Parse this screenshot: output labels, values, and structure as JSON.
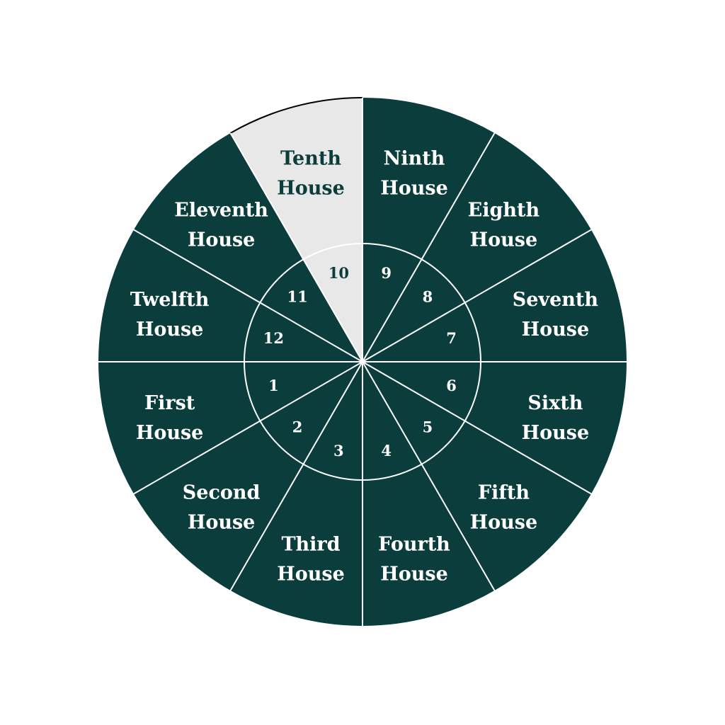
{
  "colors": {
    "dark": "#0b3d3d",
    "highlight": "#e8e8e8",
    "divider": "#ffffff",
    "highlight_text": "#0b3d3d",
    "outline": "#000000"
  },
  "highlighted_house": 10,
  "houses": [
    {
      "number": "1",
      "line1": "First",
      "line2": "House"
    },
    {
      "number": "2",
      "line1": "Second",
      "line2": "House"
    },
    {
      "number": "3",
      "line1": "Third",
      "line2": "House"
    },
    {
      "number": "4",
      "line1": "Fourth",
      "line2": "House"
    },
    {
      "number": "5",
      "line1": "Fifth",
      "line2": "House"
    },
    {
      "number": "6",
      "line1": "Sixth",
      "line2": "House"
    },
    {
      "number": "7",
      "line1": "Seventh",
      "line2": "House"
    },
    {
      "number": "8",
      "line1": "Eighth",
      "line2": "House"
    },
    {
      "number": "9",
      "line1": "Ninth",
      "line2": "House"
    },
    {
      "number": "10",
      "line1": "Tenth",
      "line2": "House"
    },
    {
      "number": "11",
      "line1": "Eleventh",
      "line2": "House"
    },
    {
      "number": "12",
      "line1": "Twelfth",
      "line2": "House"
    }
  ]
}
